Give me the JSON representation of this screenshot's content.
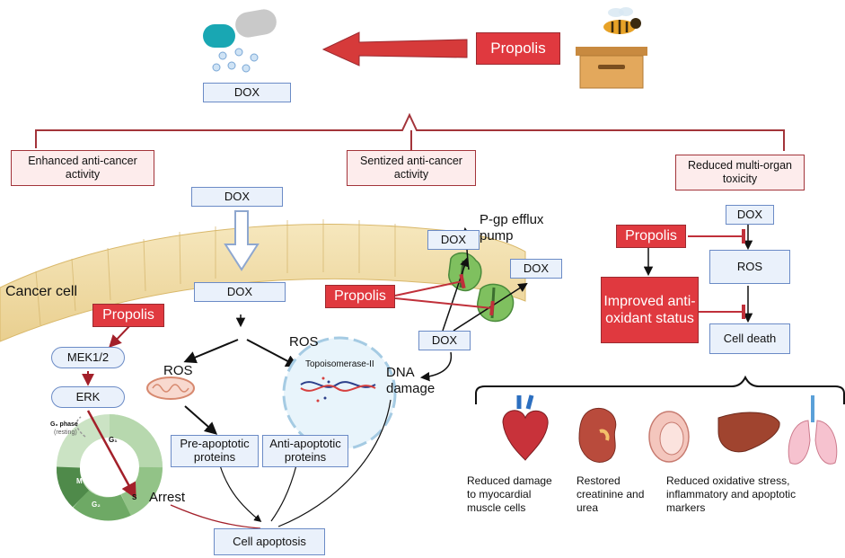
{
  "top": {
    "dox": "DOX",
    "propolis": "Propolis"
  },
  "headers": {
    "left": "Enhanced anti-cancer activity",
    "middle": "Sentized anti-cancer activity",
    "right": "Reduced multi-organ toxicity"
  },
  "left": {
    "dox_top": "DOX",
    "dox_mid": "DOX",
    "cancer_cell": "Cancer cell",
    "propolis": "Propolis",
    "mek": "MEK1/2",
    "erk": "ERK",
    "g0_phase": "G₀ phase",
    "resting": "(resting)",
    "g1": "G₁",
    "s": "S",
    "g2": "G₂",
    "m": "M",
    "arrest": "Arrest",
    "ros_left": "ROS",
    "ros_nucleus": "ROS",
    "topo": "Topoisomerase-II",
    "dna_damage": "DNA damage",
    "pre_apoptotic": "Pre-apoptotic proteins",
    "anti_apoptotic": "Anti-apoptotic proteins",
    "apoptosis": "Cell apoptosis"
  },
  "middle": {
    "propolis": "Propolis",
    "pgp": "P-gp efflux pump",
    "dox_a": "DOX",
    "dox_b": "DOX",
    "dox_c": "DOX"
  },
  "right": {
    "dox": "DOX",
    "propolis": "Propolis",
    "ros": "ROS",
    "antioxidant": "Improved anti-oxidant status",
    "cell_death": "Cell death",
    "caption_heart": "Reduced damage to myocardial muscle cells",
    "caption_kidney": "Restored creatinine and urea",
    "caption_others": "Reduced oxidative stress, inflammatory and apoptotic markers"
  },
  "colors": {
    "propolis_red": "#e0393f",
    "blue_box": "#eaf1fb",
    "blue_border": "#6b8bc6",
    "header_fill": "#fdecec",
    "dark_red": "#9b2a30"
  }
}
